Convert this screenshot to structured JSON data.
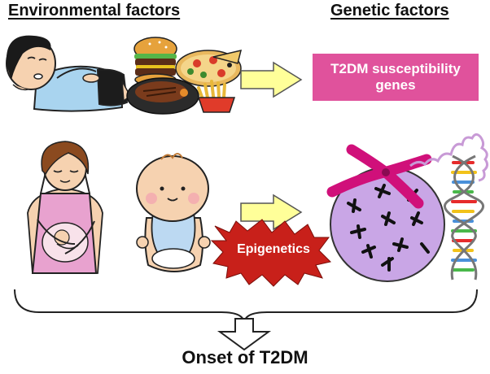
{
  "headings": {
    "environmental": "Environmental factors",
    "genetic": "Genetic factors"
  },
  "gene_box": {
    "line1": "T2DM susceptibility",
    "line2": "genes"
  },
  "epigenetics_label": "Epigenetics",
  "outcome_label": "Onset of T2DM",
  "colors": {
    "gene_box": "#e0529c",
    "arrow_fill": "#ffff99",
    "burst": "#c8201a",
    "nucleus": "#c9a6e6",
    "chromosome": "#d0107a",
    "apron": "#e8a2cf",
    "baby_bib": "#bcd9f2"
  }
}
